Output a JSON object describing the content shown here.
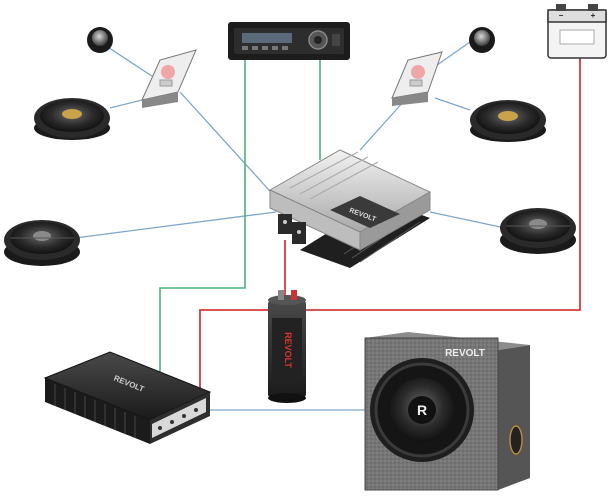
{
  "colors": {
    "power_wire": "#d63a3a",
    "remote_wire": "#4bb37a",
    "signal_wire": "#7fa6c9",
    "amp_silver": "#d9d9d9",
    "amp_black": "#2a2a2a",
    "subbox_grey": "#7b7b7b"
  },
  "components": {
    "head_unit": {
      "icon": "car-radio-icon"
    },
    "battery": {
      "icon": "battery-icon"
    },
    "four_channel_amp": {
      "icon": "amplifier-icon",
      "brand_text": "REVOLT"
    },
    "mono_amp": {
      "icon": "amplifier-icon",
      "brand_text": "REVOLT"
    },
    "capacitor": {
      "icon": "capacitor-icon",
      "brand_text": "REVOLT"
    },
    "subwoofer_box": {
      "icon": "subwoofer-icon",
      "brand_text": "REVOLT",
      "logo_letter": "R"
    },
    "tweeters": {
      "icon": "tweeter-icon",
      "count": 2
    },
    "crossovers": {
      "icon": "crossover-icon",
      "count": 2
    },
    "component_woofers": {
      "icon": "speaker-icon",
      "count": 2
    },
    "coaxial_speakers": {
      "icon": "speaker-icon",
      "count": 2
    }
  }
}
